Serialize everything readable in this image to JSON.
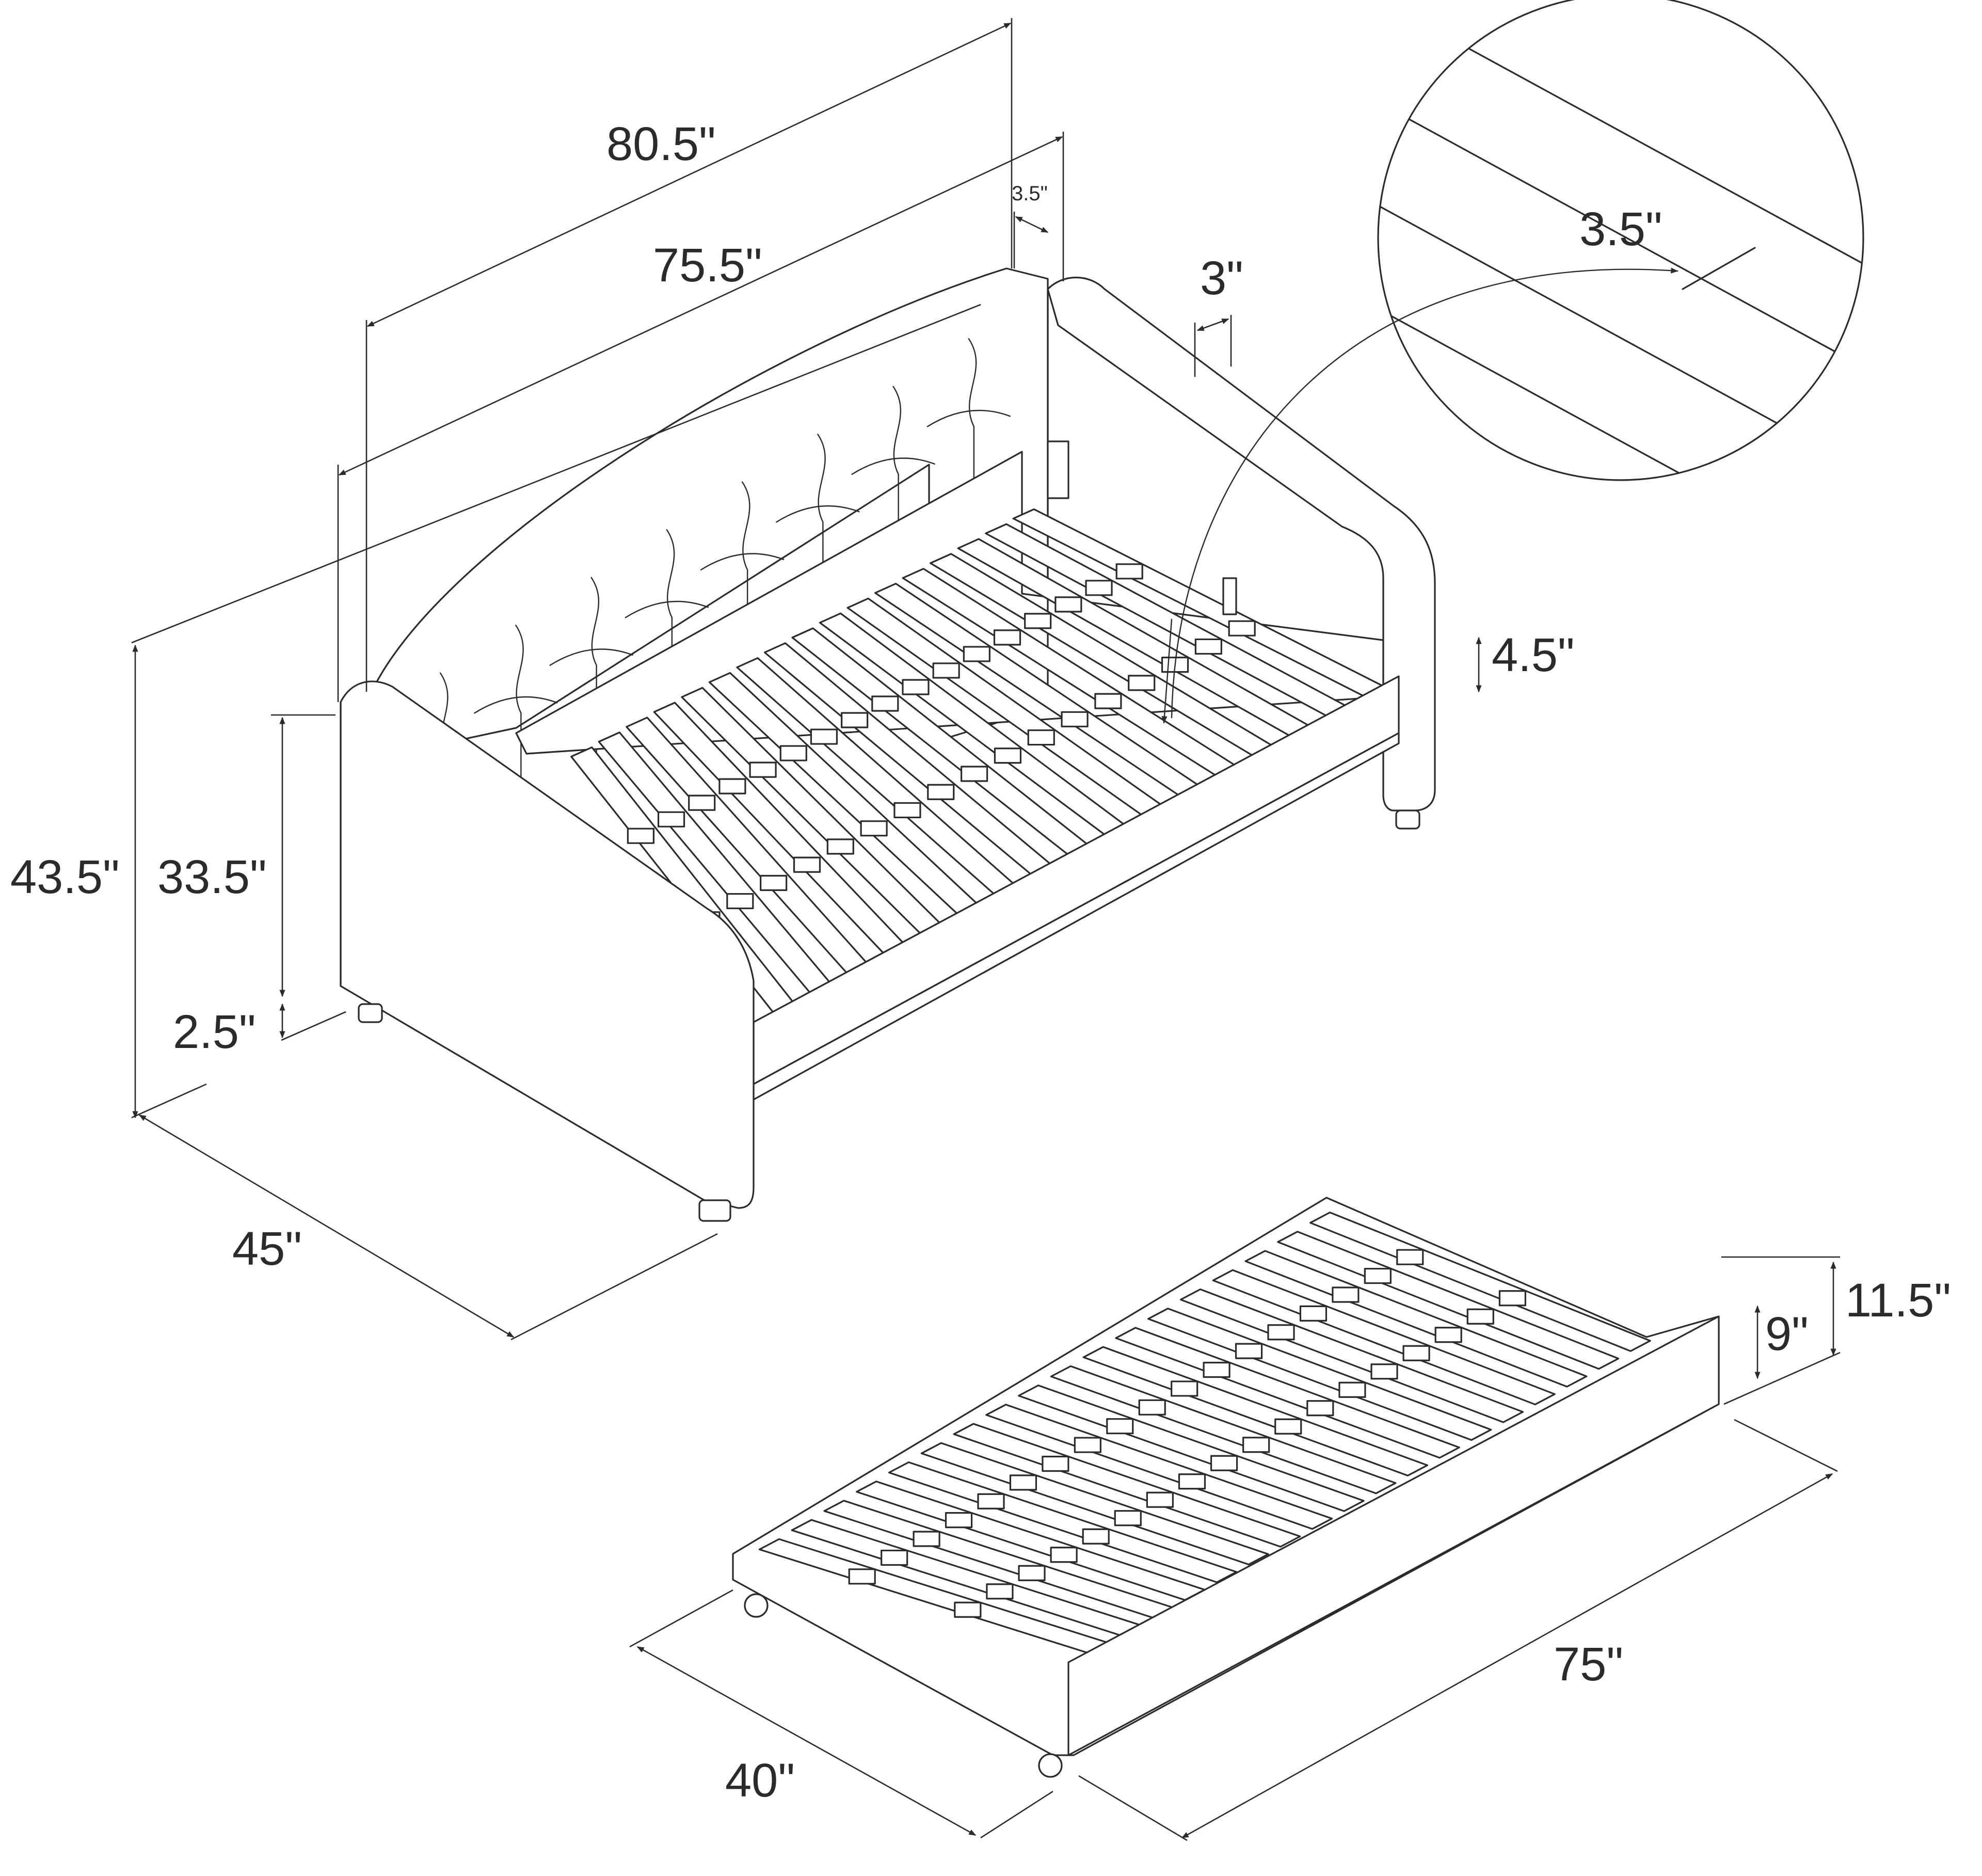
{
  "colors": {
    "line": "#2b2b2b",
    "background": "#ffffff"
  },
  "dimensions": {
    "overall_length": "80.5\"",
    "inner_length": "75.5\"",
    "arm_width": "3.5\"",
    "frame_rail": "3\"",
    "slat_width": "3.5\"",
    "rail_height": "4.5\"",
    "overall_height": "43.5\"",
    "arm_height": "33.5\"",
    "leg_height": "2.5\"",
    "depth": "45\"",
    "trundle_total_height": "11.5\"",
    "trundle_panel_height": "9\"",
    "trundle_length": "75\"",
    "trundle_width": "40\""
  }
}
